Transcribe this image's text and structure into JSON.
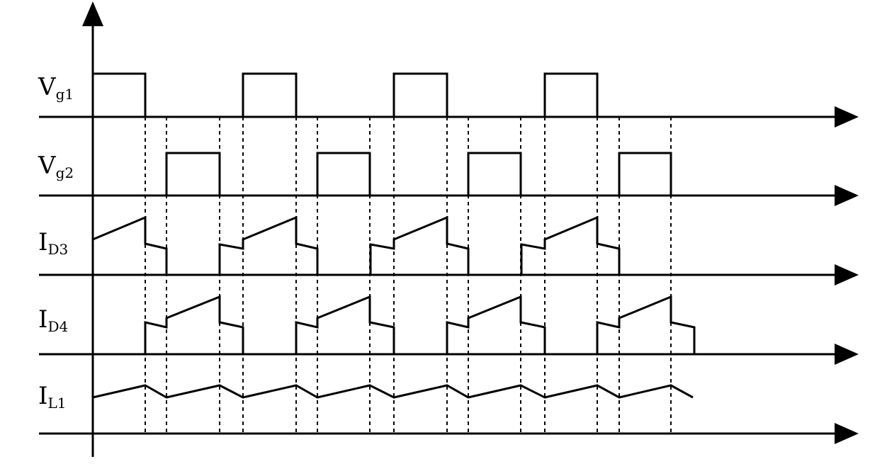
{
  "signals": [
    {
      "id": "vg1",
      "label_main": "V",
      "label_sub": "g1"
    },
    {
      "id": "vg2",
      "label_main": "V",
      "label_sub": "g2"
    },
    {
      "id": "id3",
      "label_main": "I",
      "label_sub": "D3"
    },
    {
      "id": "id4",
      "label_main": "I",
      "label_sub": "D4"
    },
    {
      "id": "il1",
      "label_main": "I",
      "label_sub": "L1"
    }
  ]
}
